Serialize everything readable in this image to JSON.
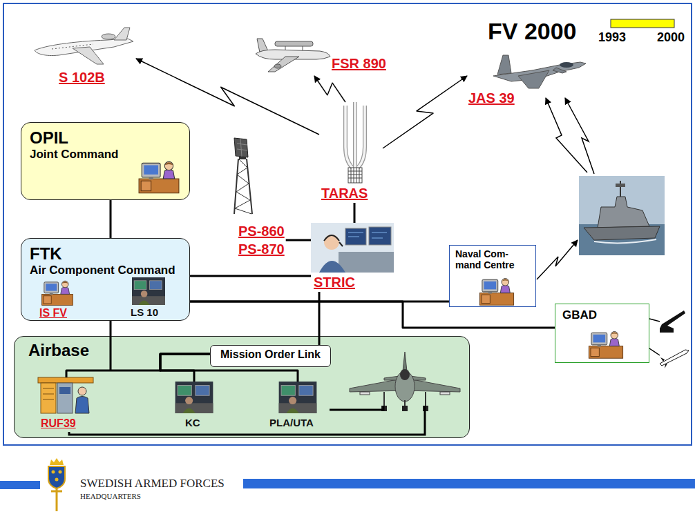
{
  "diagram": {
    "title": "FV 2000",
    "nodes": [
      {
        "text": [
          "S 102B"
        ]
      },
      {
        "text": [
          "FSR 890"
        ]
      },
      {
        "text": [
          "JAS 39"
        ]
      },
      {
        "text": [
          "OPIL",
          "Joint Command"
        ]
      },
      {
        "text": [
          "TARAS"
        ]
      },
      {
        "text": [
          "PS-860",
          "PS-870"
        ]
      },
      {
        "text": [
          "FTK",
          "Air Component Command"
        ]
      },
      {
        "text": [
          "IS FV"
        ],
        "in": 6
      },
      {
        "text": [
          "LS 10"
        ],
        "in": 6
      },
      {
        "text": [
          "STRIC"
        ]
      },
      {
        "text": [
          "Naval Com- mand Centre"
        ]
      },
      {
        "text": [
          "GBAD"
        ]
      },
      {
        "text": [
          "Airbase"
        ]
      },
      {
        "text": [
          "Mission Order Link"
        ],
        "in": 12
      },
      {
        "text": [
          "RUF39"
        ],
        "in": 12
      },
      {
        "text": [
          "KC"
        ],
        "in": 12
      },
      {
        "text": [
          "PLA/UTA"
        ],
        "in": 12
      }
    ],
    "edges": [
      {
        "from": 3,
        "to": 6,
        "arrow": "none"
      },
      {
        "from": 6,
        "to": 12,
        "arrow": "none"
      },
      {
        "from": 6,
        "to": 9,
        "arrow": "none"
      },
      {
        "from": 6,
        "to": 10,
        "arrow": "none"
      },
      {
        "from": 6,
        "to": 11,
        "arrow": "none"
      },
      {
        "from": 5,
        "to": 9,
        "arrow": "none"
      },
      {
        "from": 4,
        "to": 9,
        "arrow": "none"
      },
      {
        "from": 9,
        "to": 13,
        "arrow": "none"
      },
      {
        "from": 4,
        "to": 0,
        "arrow": "to"
      },
      {
        "from": 4,
        "to": 1,
        "arrow": "to"
      },
      {
        "from": 4,
        "to": 2,
        "arrow": "to"
      },
      {
        "from": 13,
        "to": 14,
        "arrow": "none"
      },
      {
        "from": 13,
        "to": 15,
        "arrow": "none"
      },
      {
        "from": 13,
        "to": 16,
        "arrow": "none"
      }
    ],
    "labels": [
      "1993",
      "2000",
      "SWEDISH ARMED FORCES",
      "HEADQUARTERS"
    ]
  }
}
